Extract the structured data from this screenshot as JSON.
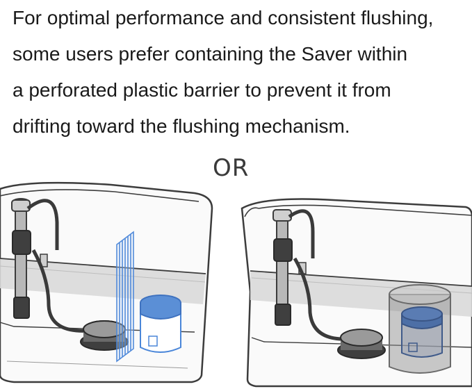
{
  "caption": {
    "lines": [
      "For optimal performance and consistent flushing,",
      "some users prefer containing the Saver within",
      "a perforated plastic barrier to prevent it from",
      "drifting toward the flushing mechanism."
    ]
  },
  "or_label": "OR",
  "colors": {
    "text": "#1a1a1a",
    "outline": "#3c3c3c",
    "water": "#d9d9d9",
    "barrier_blue": "#4a86d9",
    "saver_blue": "#5b8fd6",
    "container_gray": "#9a9a9a"
  },
  "illustrations": [
    {
      "name": "tank-with-perforated-barrier",
      "icons": [
        "toilet-tank-icon",
        "fill-valve-icon",
        "flush-valve-icon",
        "perforated-barrier-icon",
        "saver-tablet-icon"
      ]
    },
    {
      "name": "tank-with-container",
      "icons": [
        "toilet-tank-icon",
        "fill-valve-icon",
        "flush-valve-icon",
        "plastic-container-icon",
        "saver-tablet-icon"
      ]
    }
  ]
}
